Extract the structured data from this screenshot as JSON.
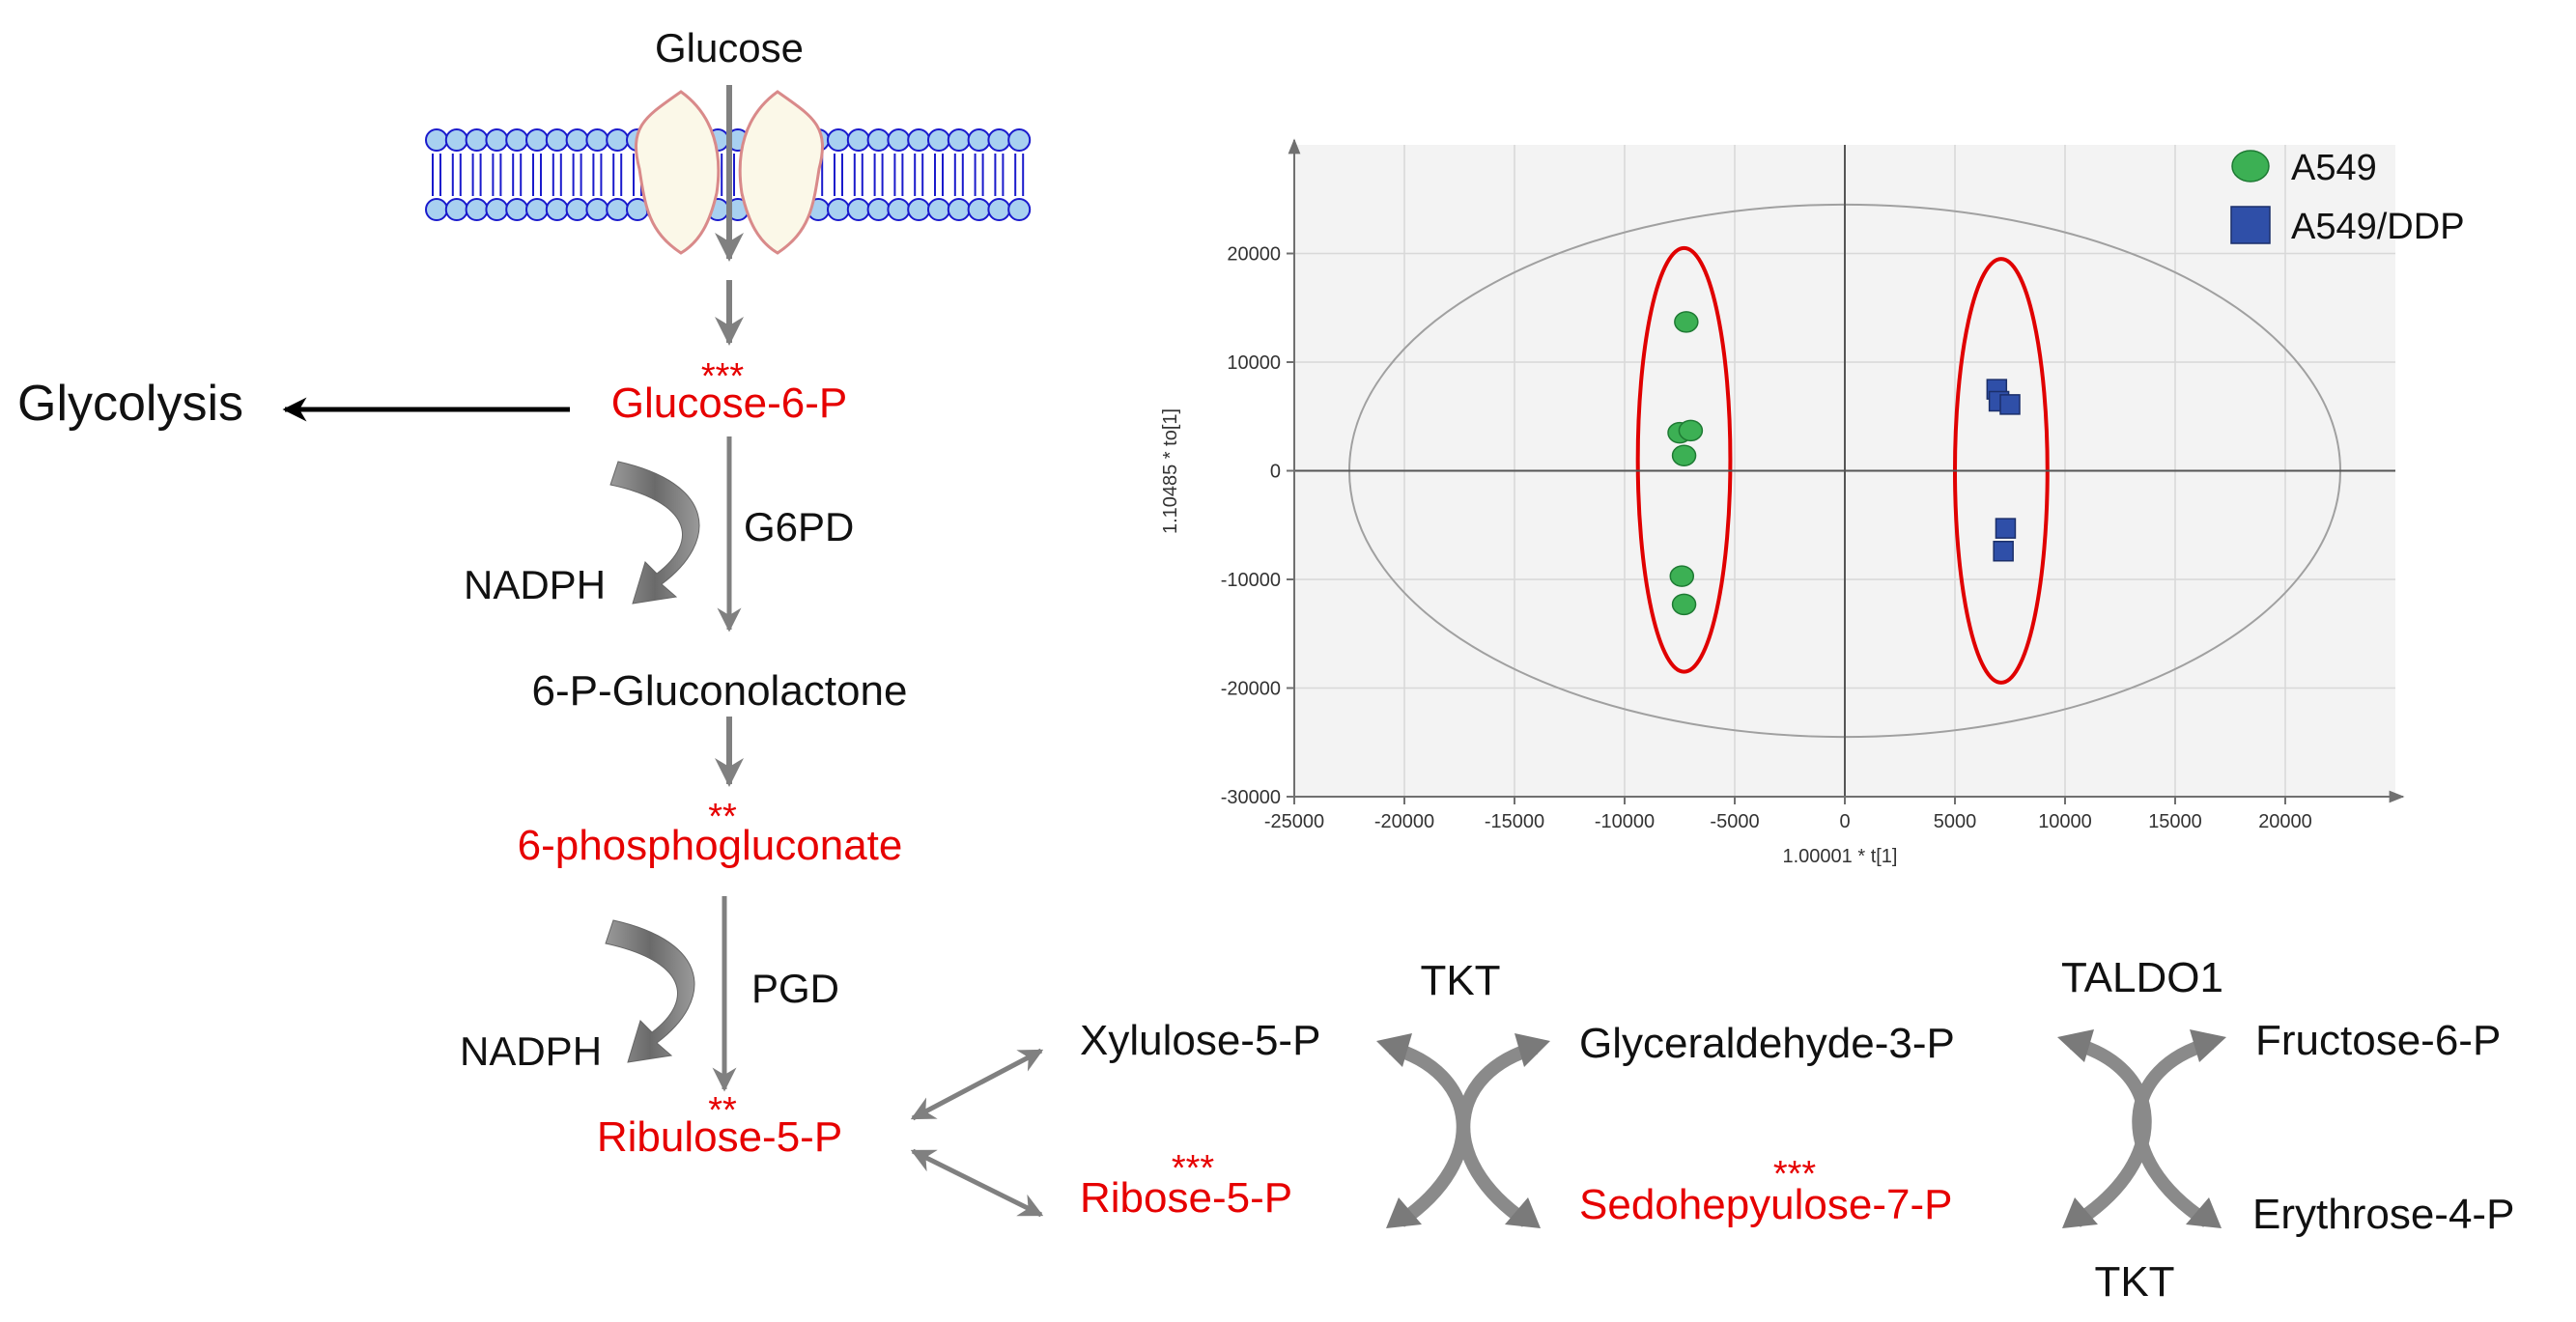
{
  "pathway": {
    "glucose": "Glucose",
    "glycolysis": "Glycolysis",
    "glucose_6_p": {
      "label": "Glucose-6-P",
      "sig": "***"
    },
    "g6pd": "G6PD",
    "nadph_1": "NADPH",
    "gluconolactone": "6-P-Gluconolactone",
    "phosphogluconate": {
      "label": "6-phosphogluconate",
      "sig": "**"
    },
    "pgd": "PGD",
    "nadph_2": "NADPH",
    "ribulose_5_p": {
      "label": "Ribulose-5-P",
      "sig": "**"
    },
    "xylulose_5_p": "Xylulose-5-P",
    "ribose_5_p": {
      "label": "Ribose-5-P",
      "sig": "***"
    },
    "tkt_top": "TKT",
    "glyceraldehyde_3_p": "Glyceraldehyde-3-P",
    "sedoheptulose_7_p": {
      "label": "Sedohepyulose-7-P",
      "sig": "***"
    },
    "taldo1": "TALDO1",
    "fructose_6_p": "Fructose-6-P",
    "erythrose_4_p": "Erythrose-4-P",
    "tkt_bottom": "TKT"
  },
  "colors": {
    "significant": "#e60000",
    "normal_text": "#111111",
    "arrow_gray": "#808080",
    "membrane_head": "#a8d0f0",
    "membrane_edge": "#1a1acc",
    "transporter_fill": "#fbf8e8",
    "transporter_edge": "#d98a8a",
    "a549": "#3cb054",
    "a549_ddp": "#2f4fa8",
    "cluster_ellipse": "#e00000"
  },
  "chart_data": {
    "type": "scatter",
    "xlabel": "1.00001 * t[1]",
    "ylabel": "1.10485 * to[1]",
    "xlim": [
      -25000,
      25000
    ],
    "ylim": [
      -30000,
      30000
    ],
    "x_ticks": [
      "-25000",
      "-20000",
      "-15000",
      "-10000",
      "-5000",
      "0",
      "5000",
      "10000",
      "15000",
      "20000"
    ],
    "y_ticks": [
      "20000",
      "10000",
      "0",
      "-10000",
      "-20000",
      "-30000"
    ],
    "grid": true,
    "legend_position": "top-right",
    "series": [
      {
        "name": "A549",
        "marker": "circle",
        "color": "#3cb054",
        "points": [
          [
            -7200,
            13700
          ],
          [
            -7500,
            3500
          ],
          [
            -7000,
            3700
          ],
          [
            -7300,
            1400
          ],
          [
            -7400,
            -9700
          ],
          [
            -7300,
            -12300
          ]
        ]
      },
      {
        "name": "A549/DDP",
        "marker": "square",
        "color": "#2f4fa8",
        "points": [
          [
            6900,
            7500
          ],
          [
            7000,
            6400
          ],
          [
            7500,
            6100
          ],
          [
            7300,
            -5300
          ],
          [
            7200,
            -7400
          ]
        ]
      }
    ],
    "hotelling_ellipse": {
      "cx": 0,
      "cy": 0,
      "rx": 22500,
      "ry": 24500
    },
    "cluster_ellipses": [
      {
        "cx": -7300,
        "cy": 1000,
        "rx": 2100,
        "ry": 19500
      },
      {
        "cx": 7100,
        "cy": 0,
        "rx": 2100,
        "ry": 19500
      }
    ]
  }
}
